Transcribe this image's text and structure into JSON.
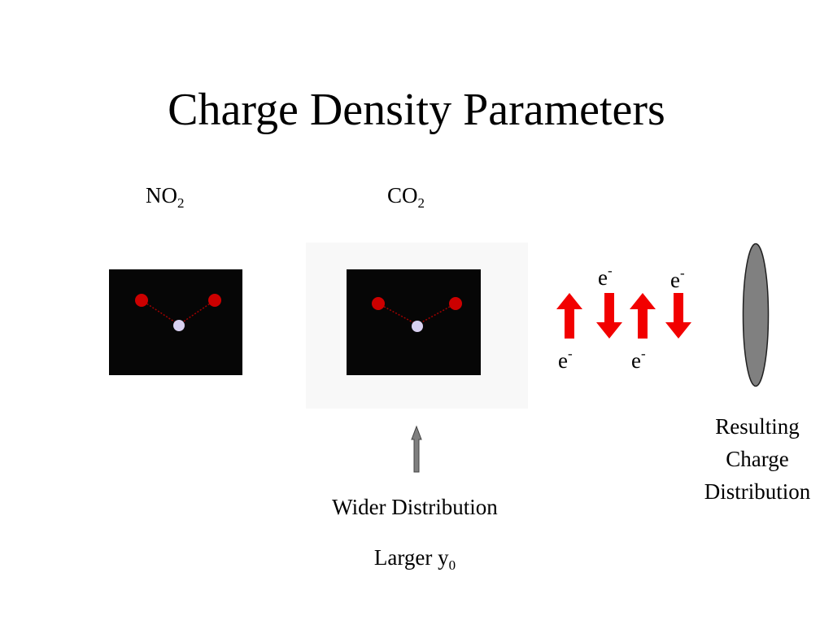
{
  "slide": {
    "title": "Charge Density Parameters"
  },
  "molecules": {
    "no2": {
      "base": "NO",
      "sub": "2"
    },
    "co2": {
      "base": "CO",
      "sub": "2"
    }
  },
  "electrons": {
    "base": "e",
    "sup": "-"
  },
  "annotations": {
    "wider_distribution": "Wider Distribution",
    "larger_base": "Larger y",
    "larger_sub": "0",
    "resulting_line1": "Resulting",
    "resulting_line2": "Charge",
    "resulting_line3": "Distribution"
  },
  "colors": {
    "arrow_red": "#f20000",
    "atom_red": "#cc0000",
    "atom_center": "#d8d0f0",
    "ellipse_fill": "#808080",
    "pointer_gray": "#7f7f7f"
  },
  "icons": {
    "up_arrow": "up-arrow-icon",
    "down_arrow": "down-arrow-icon",
    "pointer": "up-pointer-arrow-icon",
    "ellipse": "charge-ellipse-icon"
  }
}
